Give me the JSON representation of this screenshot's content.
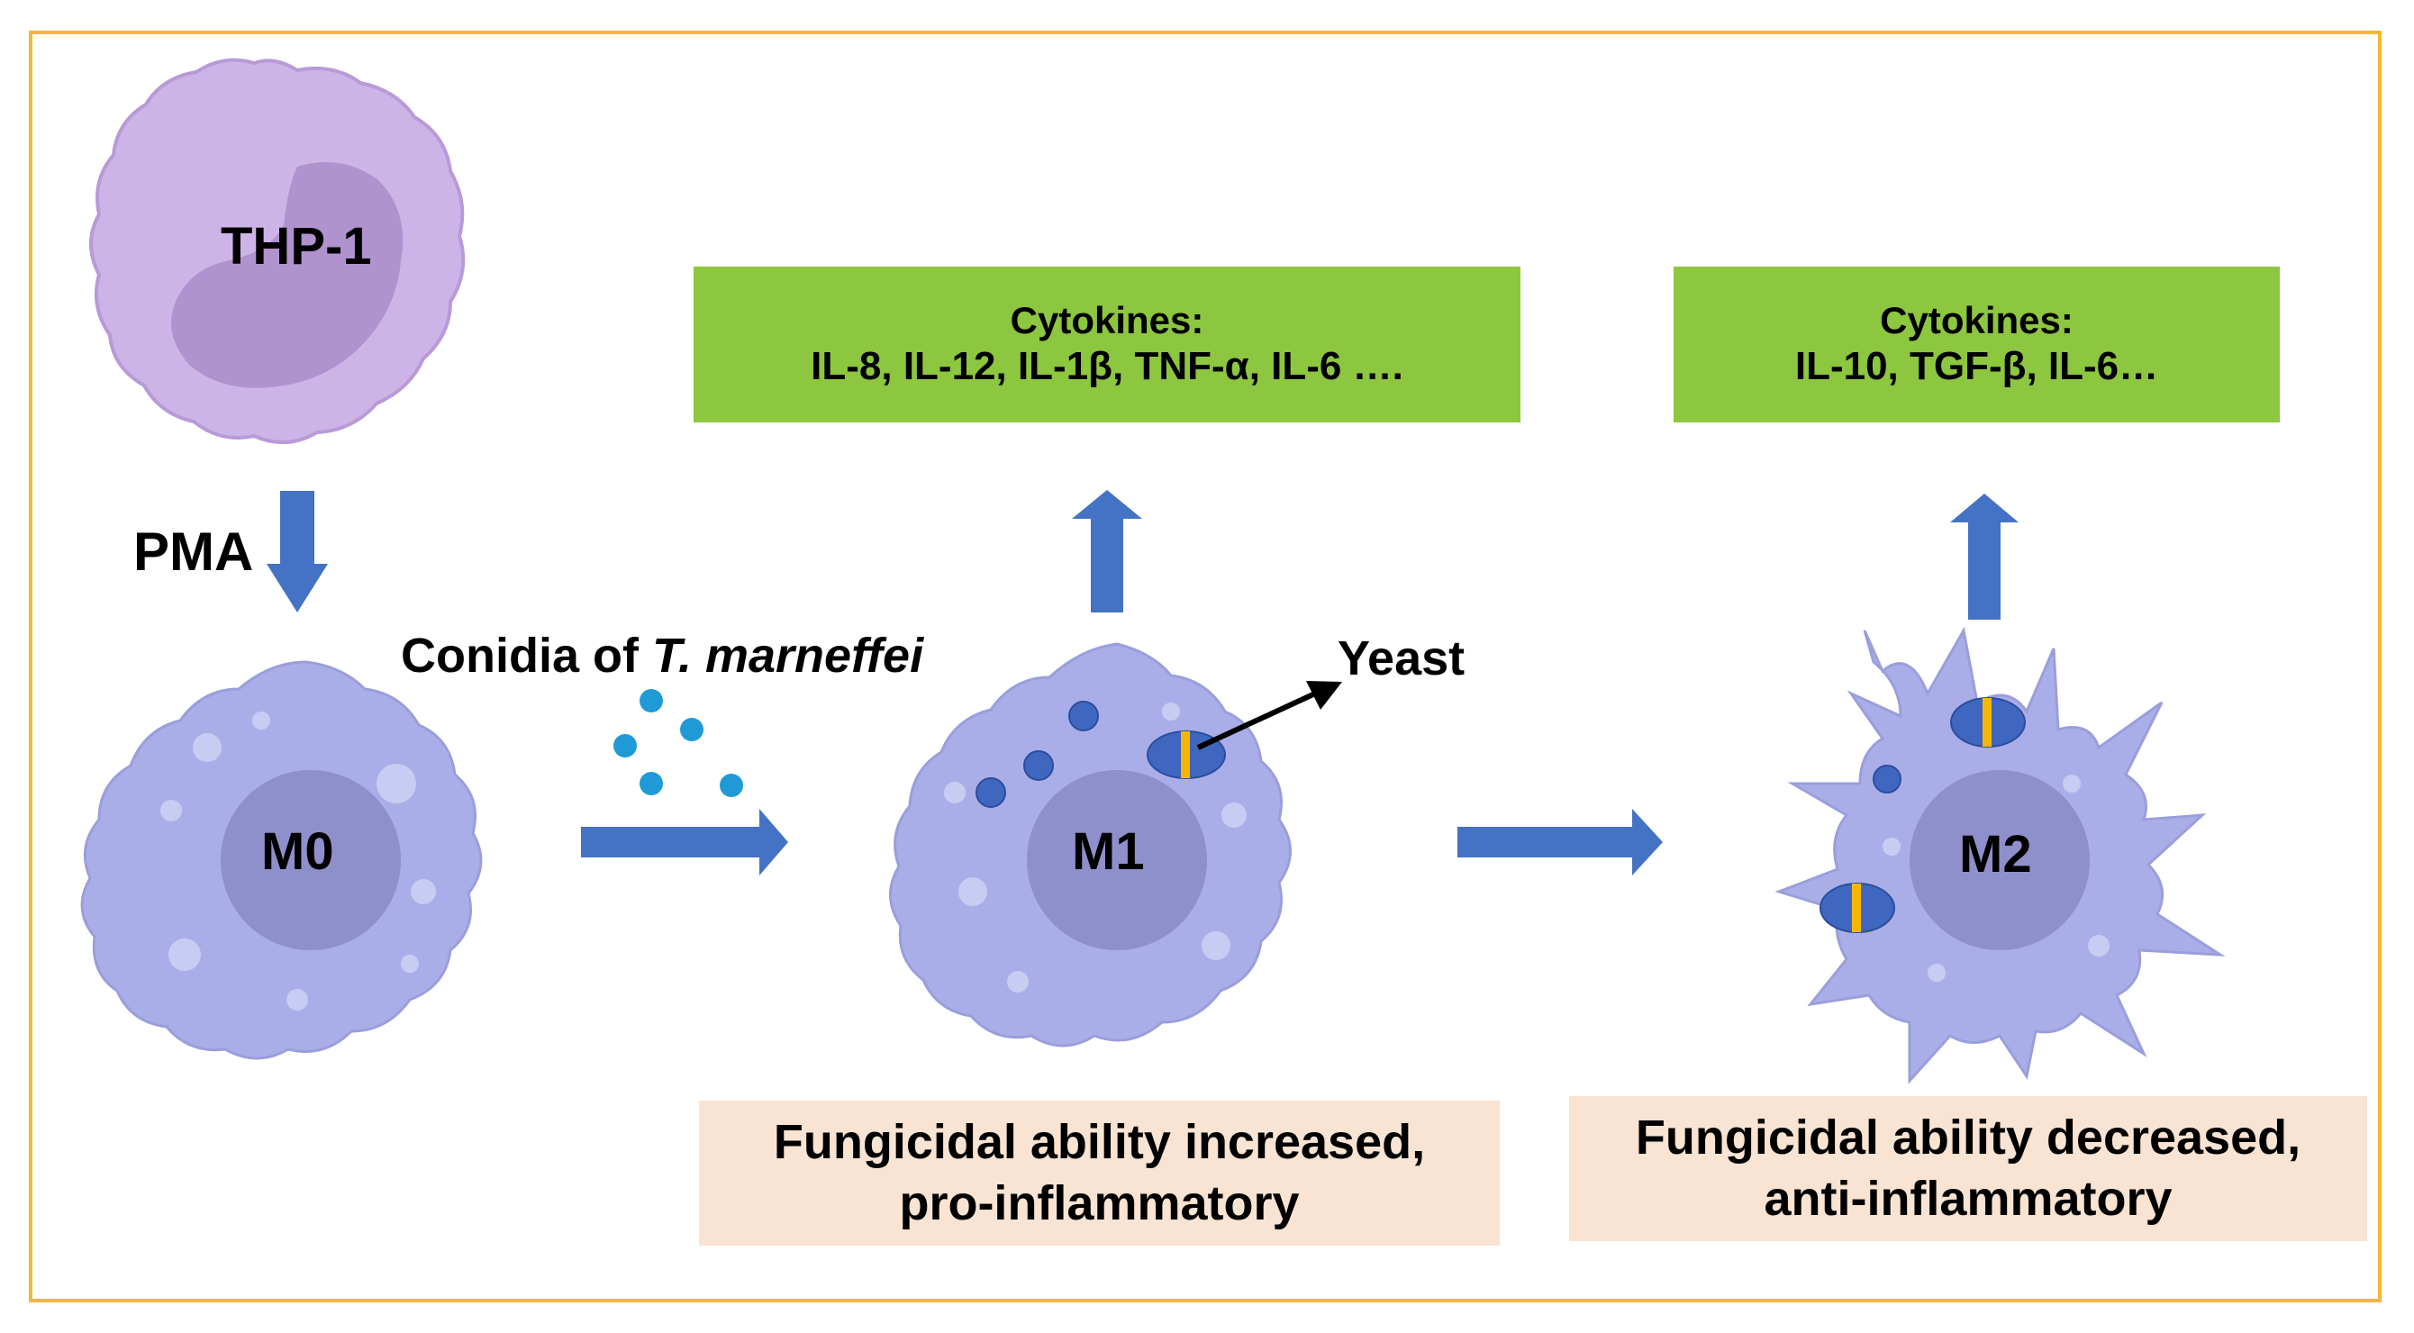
{
  "cells": {
    "thp1": "THP-1",
    "m0": "M0",
    "m1": "M1",
    "m2": "M2"
  },
  "labels": {
    "pma": "PMA",
    "conidia_prefix": "Conidia of",
    "conidia_species": "T. marneffei",
    "yeast": "Yeast"
  },
  "m1_cytokines": {
    "title": "Cytokines:",
    "list": "IL-8, IL-12, IL-1β, TNF-α, IL-6 …."
  },
  "m2_cytokines": {
    "title": "Cytokines:",
    "list": "IL-10, TGF-β, IL-6…"
  },
  "m1_outcome": {
    "line1": "Fungicidal ability increased,",
    "line2": "pro-inflammatory"
  },
  "m2_outcome": {
    "line1": "Fungicidal ability decreased,",
    "line2": "anti-inflammatory"
  },
  "colors": {
    "frame": "#f4b92e",
    "arrow": "#4472c4",
    "cytokine_box": "#8dc63f",
    "outcome_box": "#f9e3d2",
    "thp1_cell": "#cdb4e6",
    "macrophage": "#aaaee8",
    "nucleus": "#8f8fcb",
    "conidia": "#1f9ad6",
    "yeast_band": "#f5b800"
  }
}
